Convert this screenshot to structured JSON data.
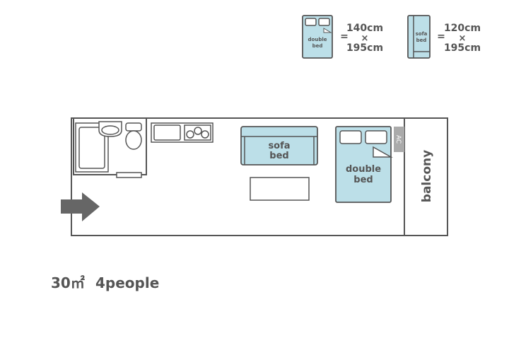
{
  "legend": {
    "double_bed": {
      "label_line1": "double",
      "label_line2": "bed",
      "eq": "=",
      "width": "140cm",
      "times": "×",
      "length": "195cm"
    },
    "sofa_bed": {
      "label_line1": "sofa",
      "label_line2": "bed",
      "eq": "=",
      "width": "120cm",
      "times": "×",
      "length": "195cm"
    }
  },
  "plan": {
    "sofa_bed": {
      "line1": "sofa",
      "line2": "bed"
    },
    "double_bed": {
      "line1": "double",
      "line2": "bed"
    },
    "ac": "AC",
    "balcony": "balcony"
  },
  "info": {
    "area": "30㎡",
    "capacity": "4people"
  },
  "colors": {
    "outline": "#555555",
    "bed_fill": "#bcdfe8",
    "ac": "#aaaaaa",
    "arrow": "#666666"
  }
}
